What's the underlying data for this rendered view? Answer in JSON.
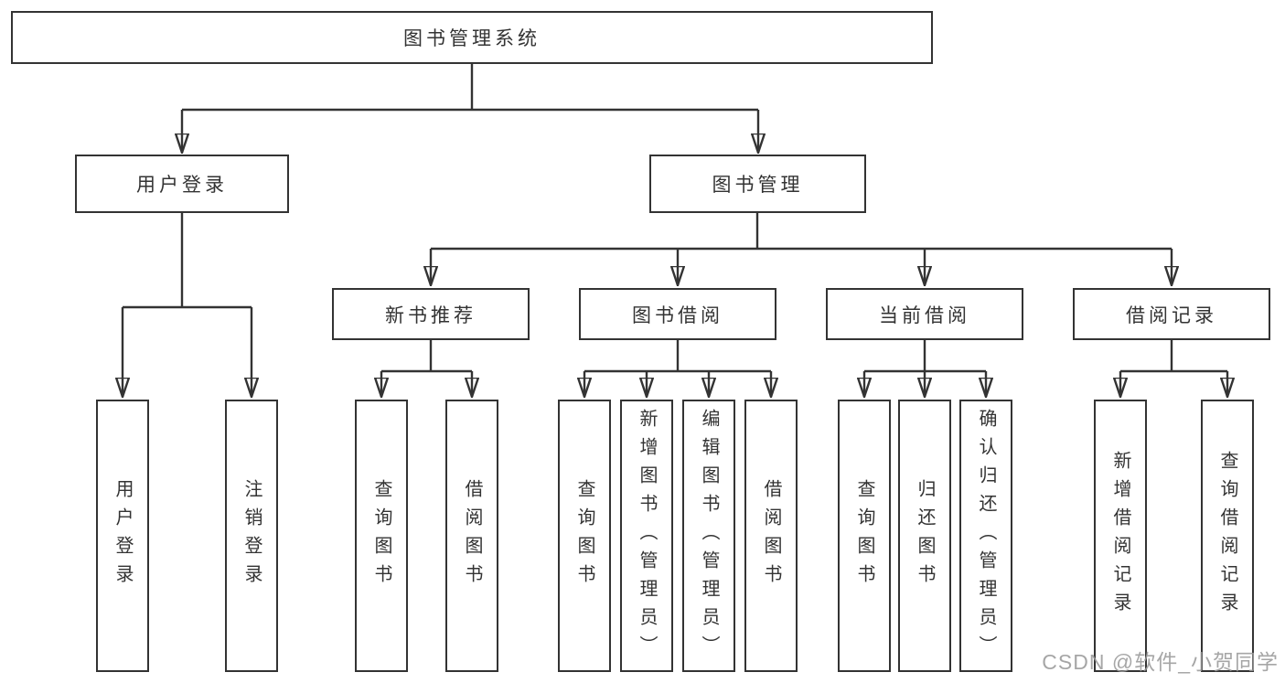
{
  "diagram": {
    "title_node": {
      "label": "图书管理系统"
    },
    "level2": [
      {
        "label": "用户登录"
      },
      {
        "label": "图书管理"
      }
    ],
    "level3": [
      {
        "label": "新书推荐"
      },
      {
        "label": "图书借阅"
      },
      {
        "label": "当前借阅"
      },
      {
        "label": "借阅记录"
      }
    ],
    "leaves": {
      "user_login": [
        "用户登录",
        "注销登录"
      ],
      "new_book": [
        "查询图书",
        "借阅图书"
      ],
      "book_borrow": [
        "查询图书",
        "新增图书（管理员）",
        "编辑图书（管理员）",
        "借阅图书"
      ],
      "current_borrow": [
        "查询图书",
        "归还图书",
        "确认归还（管理员）"
      ],
      "borrow_record": [
        "新增借阅记录",
        "查询借阅记录"
      ]
    }
  },
  "watermark": {
    "text": "CSDN @软件_小贺同学"
  },
  "colors": {
    "line": "#333333",
    "box_border": "#333333",
    "text": "#333333",
    "background": "#ffffff",
    "watermark": "#9a9a9a"
  }
}
